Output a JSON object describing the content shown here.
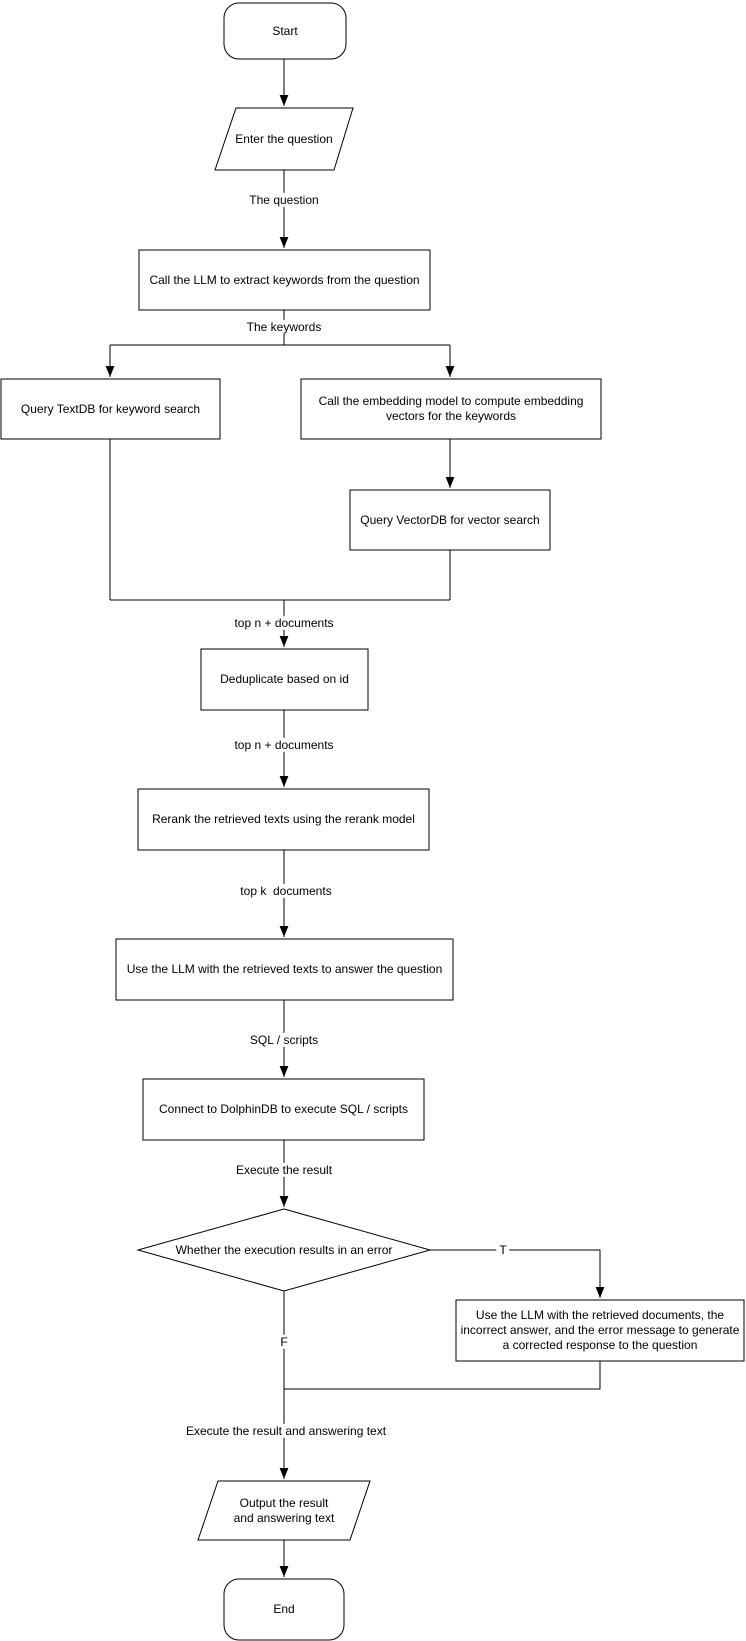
{
  "diagram": {
    "type": "flowchart",
    "colors": {
      "stroke": "#000000",
      "fill": "#ffffff",
      "text": "#000000",
      "background": "#ffffff"
    },
    "nodes": {
      "start": {
        "shape": "terminator",
        "label": "Start"
      },
      "enter_question": {
        "shape": "parallelogram",
        "label": "Enter the question"
      },
      "extract_keywords": {
        "shape": "process",
        "label": "Call the LLM to extract keywords from the question"
      },
      "query_textdb": {
        "shape": "process",
        "label": "Query TextDB for keyword search"
      },
      "embedding_model": {
        "shape": "process",
        "label": "Call the embedding model to compute embedding\nvectors for the keywords"
      },
      "query_vectordb": {
        "shape": "process",
        "label": "Query VectorDB for vector search"
      },
      "deduplicate": {
        "shape": "process",
        "label": "Deduplicate based on id"
      },
      "rerank": {
        "shape": "process",
        "label": "Rerank the retrieved texts using the rerank model"
      },
      "answer_question": {
        "shape": "process",
        "label": "Use the LLM with the retrieved texts to answer the question"
      },
      "connect_dolphindb": {
        "shape": "process",
        "label": "Connect to DolphinDB to execute SQL / scripts"
      },
      "error_check": {
        "shape": "decision",
        "label": "Whether the execution results in an error"
      },
      "corrected_response": {
        "shape": "process",
        "label": "Use the LLM with the retrieved documents, the\nincorrect answer, and the error message to generate\na corrected response to the question"
      },
      "output": {
        "shape": "parallelogram",
        "label": "Output the result\nand answering text"
      },
      "end": {
        "shape": "terminator",
        "label": "End"
      }
    },
    "edge_labels": {
      "the_question": "The question",
      "the_keywords": "The keywords",
      "top_n_documents_1": "top n + documents",
      "top_n_documents_2": "top n + documents",
      "top_k_documents": "top k  documents",
      "sql_scripts": "SQL / scripts",
      "execute_result": "Execute the result",
      "branch_true": "T",
      "branch_false": "F",
      "execute_result_answer": "Execute the result and answering text"
    }
  }
}
